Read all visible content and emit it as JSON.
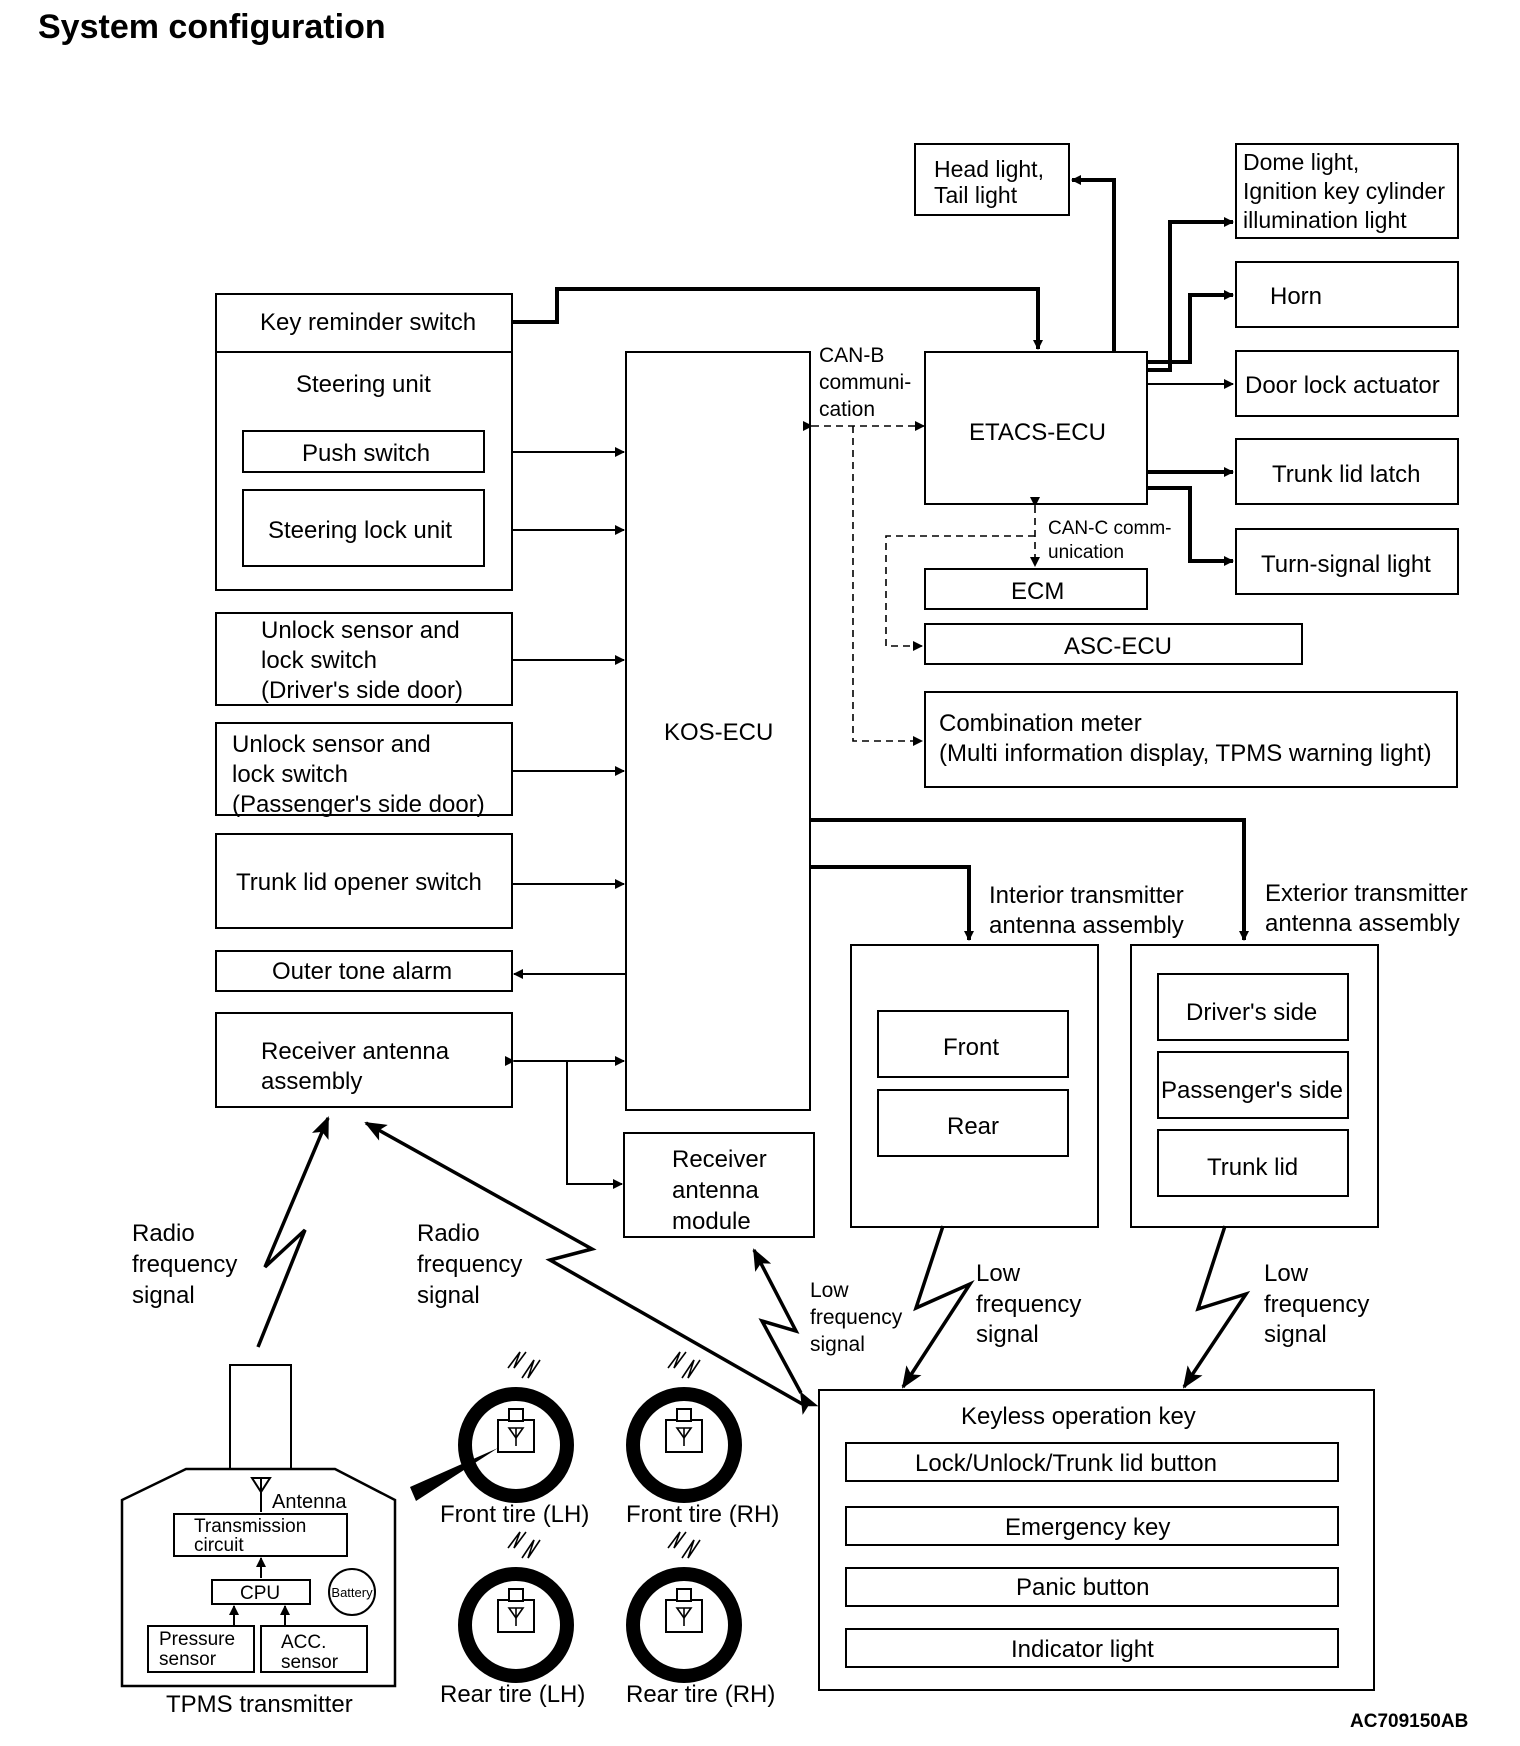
{
  "title": "System configuration",
  "figure_id": "AC709150AB",
  "inputs_group": {
    "key_reminder": "Key reminder switch",
    "steering_unit": "Steering unit",
    "push_switch": "Push switch",
    "steering_lock": "Steering lock unit"
  },
  "unlock_driver": [
    "Unlock sensor and",
    "lock switch",
    "(Driver's side door)"
  ],
  "unlock_passenger": [
    "Unlock sensor and",
    "lock switch",
    "(Passenger's side door)"
  ],
  "trunk_opener": "Trunk lid opener switch",
  "outer_tone": "Outer tone alarm",
  "receiver_antenna_assembly": [
    "Receiver antenna",
    "assembly"
  ],
  "kos_ecu": "KOS-ECU",
  "receiver_module": [
    "Receiver",
    "antenna",
    "module"
  ],
  "can_b": [
    "CAN-B",
    "communi-",
    "cation"
  ],
  "etacs": "ETACS-ECU",
  "can_c": [
    "CAN-C comm-",
    "unication"
  ],
  "ecm": "ECM",
  "asc": "ASC-ECU",
  "combination_meter": [
    "Combination meter",
    "(Multi information display, TPMS warning light)"
  ],
  "head_light": [
    "Head light,",
    "Tail light"
  ],
  "dome_light": [
    "Dome light,",
    "Ignition key cylinder",
    "illumination light"
  ],
  "horn": "Horn",
  "door_lock": "Door lock actuator",
  "trunk_latch": "Trunk lid latch",
  "turn_signal": "Turn-signal light",
  "interior_antenna": {
    "label": [
      "Interior transmitter",
      "antenna assembly"
    ],
    "items": [
      "Front",
      "Rear"
    ]
  },
  "exterior_antenna": {
    "label": [
      "Exterior transmitter",
      "antenna assembly"
    ],
    "items": [
      "Driver's side",
      "Passenger's side",
      "Trunk lid"
    ]
  },
  "signals": {
    "radio1": [
      "Radio",
      "frequency",
      "signal"
    ],
    "radio2": [
      "Radio",
      "frequency",
      "signal"
    ],
    "low1": [
      "Low",
      "frequency",
      "signal"
    ],
    "low2": [
      "Low",
      "frequency",
      "signal"
    ],
    "low3": [
      "Low",
      "frequency",
      "signal"
    ]
  },
  "tpms": {
    "label": "TPMS transmitter",
    "antenna": "Antenna",
    "transmission": [
      "Transmission",
      "circuit"
    ],
    "cpu": "CPU",
    "battery": "Battery",
    "pressure": [
      "Pressure",
      "sensor"
    ],
    "acc": [
      "ACC.",
      "sensor"
    ]
  },
  "tires": {
    "front_lh": "Front tire (LH)",
    "front_rh": "Front tire (RH)",
    "rear_lh": "Rear tire (LH)",
    "rear_rh": "Rear tire (RH)"
  },
  "keyless_key": {
    "title": "Keyless operation key",
    "buttons": [
      "Lock/Unlock/Trunk lid button",
      "Emergency key",
      "Panic button",
      "Indicator light"
    ]
  }
}
